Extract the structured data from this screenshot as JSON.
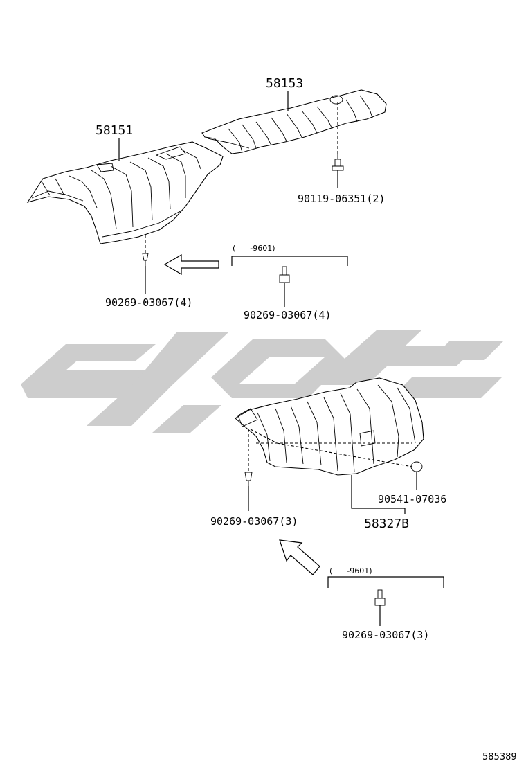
{
  "diagram_id": "585389",
  "parts": {
    "p58151": "58151",
    "p58153": "58153",
    "p58327b": "58327B",
    "bolt_90119": "90119-06351(2)",
    "clip_left_main": "90269-03067(4)",
    "clip_left_alt": "90269-03067(4)",
    "clip_lower_main": "90269-03067(3)",
    "clip_lower_alt": "90269-03067(3)",
    "nut_90541": "90541-07036"
  },
  "ranges": {
    "upper": "(      -9601)",
    "lower": "(      -9601)"
  },
  "colors": {
    "line": "#000000",
    "watermark": "#cdcdcd",
    "background": "#ffffff"
  }
}
